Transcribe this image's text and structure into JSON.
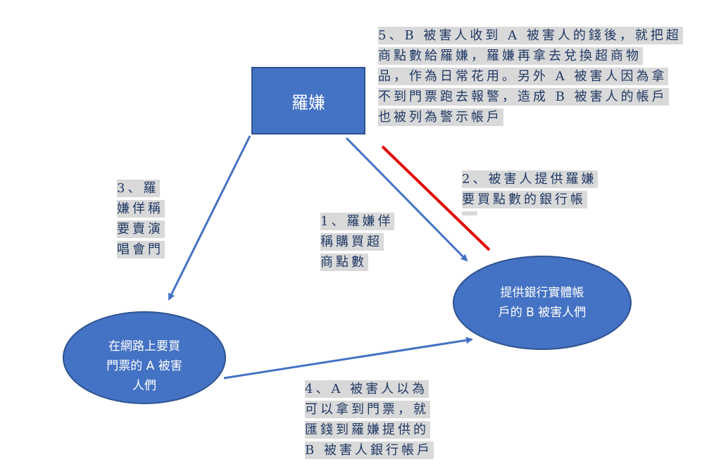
{
  "nodes": {
    "scammer": "羅嫌",
    "victims_b": [
      "提供銀行實體帳",
      "戶的 B 被害人們"
    ],
    "victims_a": [
      "在網路上要買",
      "門票的 A 被害",
      "人們"
    ]
  },
  "steps": {
    "step1": [
      "1、羅嫌佯",
      "稱購買超",
      "商點數"
    ],
    "step2": [
      "2、被害人提供羅嫌",
      "要買點數的銀行帳"
    ],
    "step3": [
      "3、羅",
      "嫌佯稱",
      "要賣演",
      "唱會門"
    ],
    "step4": [
      "4、A 被害人以為",
      "可以拿到門票，就",
      "匯錢到羅嫌提供的",
      "B 被害人銀行帳戶"
    ],
    "step5": [
      "5、B 被害人收到 A 被害人的錢後，就把超",
      "商點數給羅嫌，羅嫌再拿去兌換超商物",
      "品，作為日常花用。另外 A 被害人因為拿",
      "不到門票跑去報警，造成 B 被害人的帳戶",
      "也被列為警示帳戶"
    ]
  },
  "colors": {
    "node": "#4472c4",
    "arrow": "#4472c4",
    "highlight": "#e00000",
    "text": "#1f3864"
  }
}
